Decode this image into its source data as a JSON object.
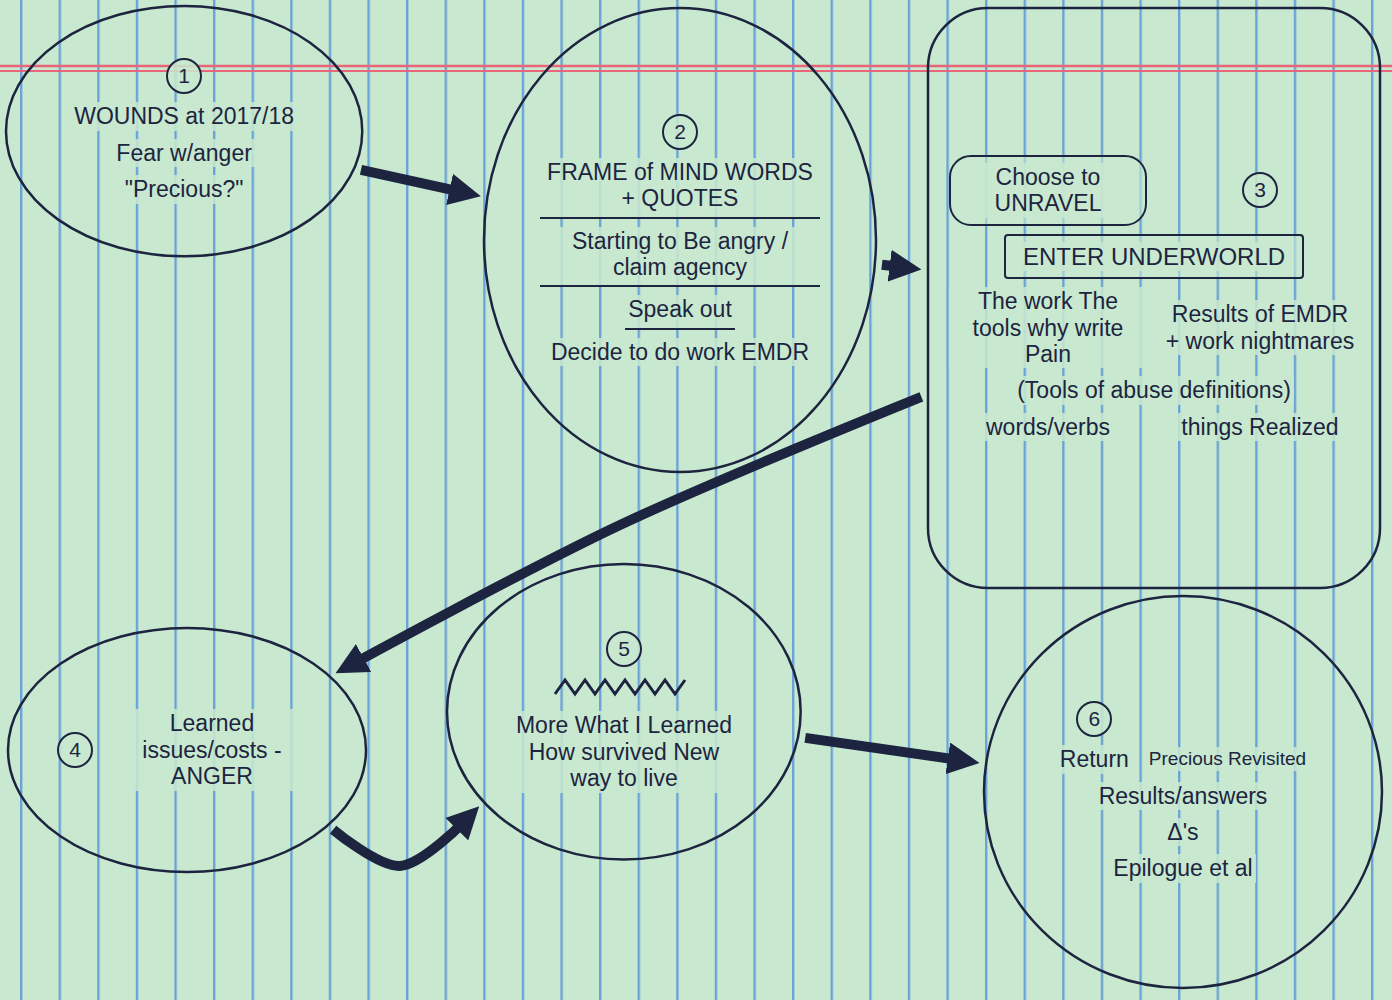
{
  "diagram": {
    "nodes": [
      {
        "text": [
          "1",
          "WOUNDS at 2017/18",
          "Fear w/anger",
          "\"Precious?\""
        ]
      },
      {
        "text": [
          "2",
          "FRAME of MIND WORDS + QUOTES",
          "Starting to Be angry / claim agency",
          "Speak out",
          "Decide to do work EMDR"
        ]
      },
      {
        "text": [
          "3",
          "The work The tools why write Pain",
          "Results of EMDR + work nightmares",
          "(Tools of abuse definitions)",
          "words/verbs",
          "things Realized"
        ]
      },
      {
        "text": [
          "Choose to UNRAVEL"
        ],
        "in": 2
      },
      {
        "text": [
          "ENTER UNDERWORLD"
        ],
        "in": 2
      },
      {
        "text": [
          "4",
          "Learned issues/costs - ANGER"
        ]
      },
      {
        "text": [
          "5",
          "More What I Learned How survived New way to live"
        ]
      },
      {
        "text": [
          "6",
          "Return",
          "Precious Revisited",
          "Results/answers",
          "Δ's",
          "Epilogue et al"
        ]
      }
    ],
    "edges": [
      {
        "from": 0,
        "to": 1,
        "arrow": "to"
      },
      {
        "from": 1,
        "to": 2,
        "arrow": "to"
      },
      {
        "from": 2,
        "to": 5,
        "arrow": "to"
      },
      {
        "from": 5,
        "to": 6,
        "arrow": "to"
      },
      {
        "from": 6,
        "to": 7,
        "arrow": "to"
      }
    ]
  }
}
